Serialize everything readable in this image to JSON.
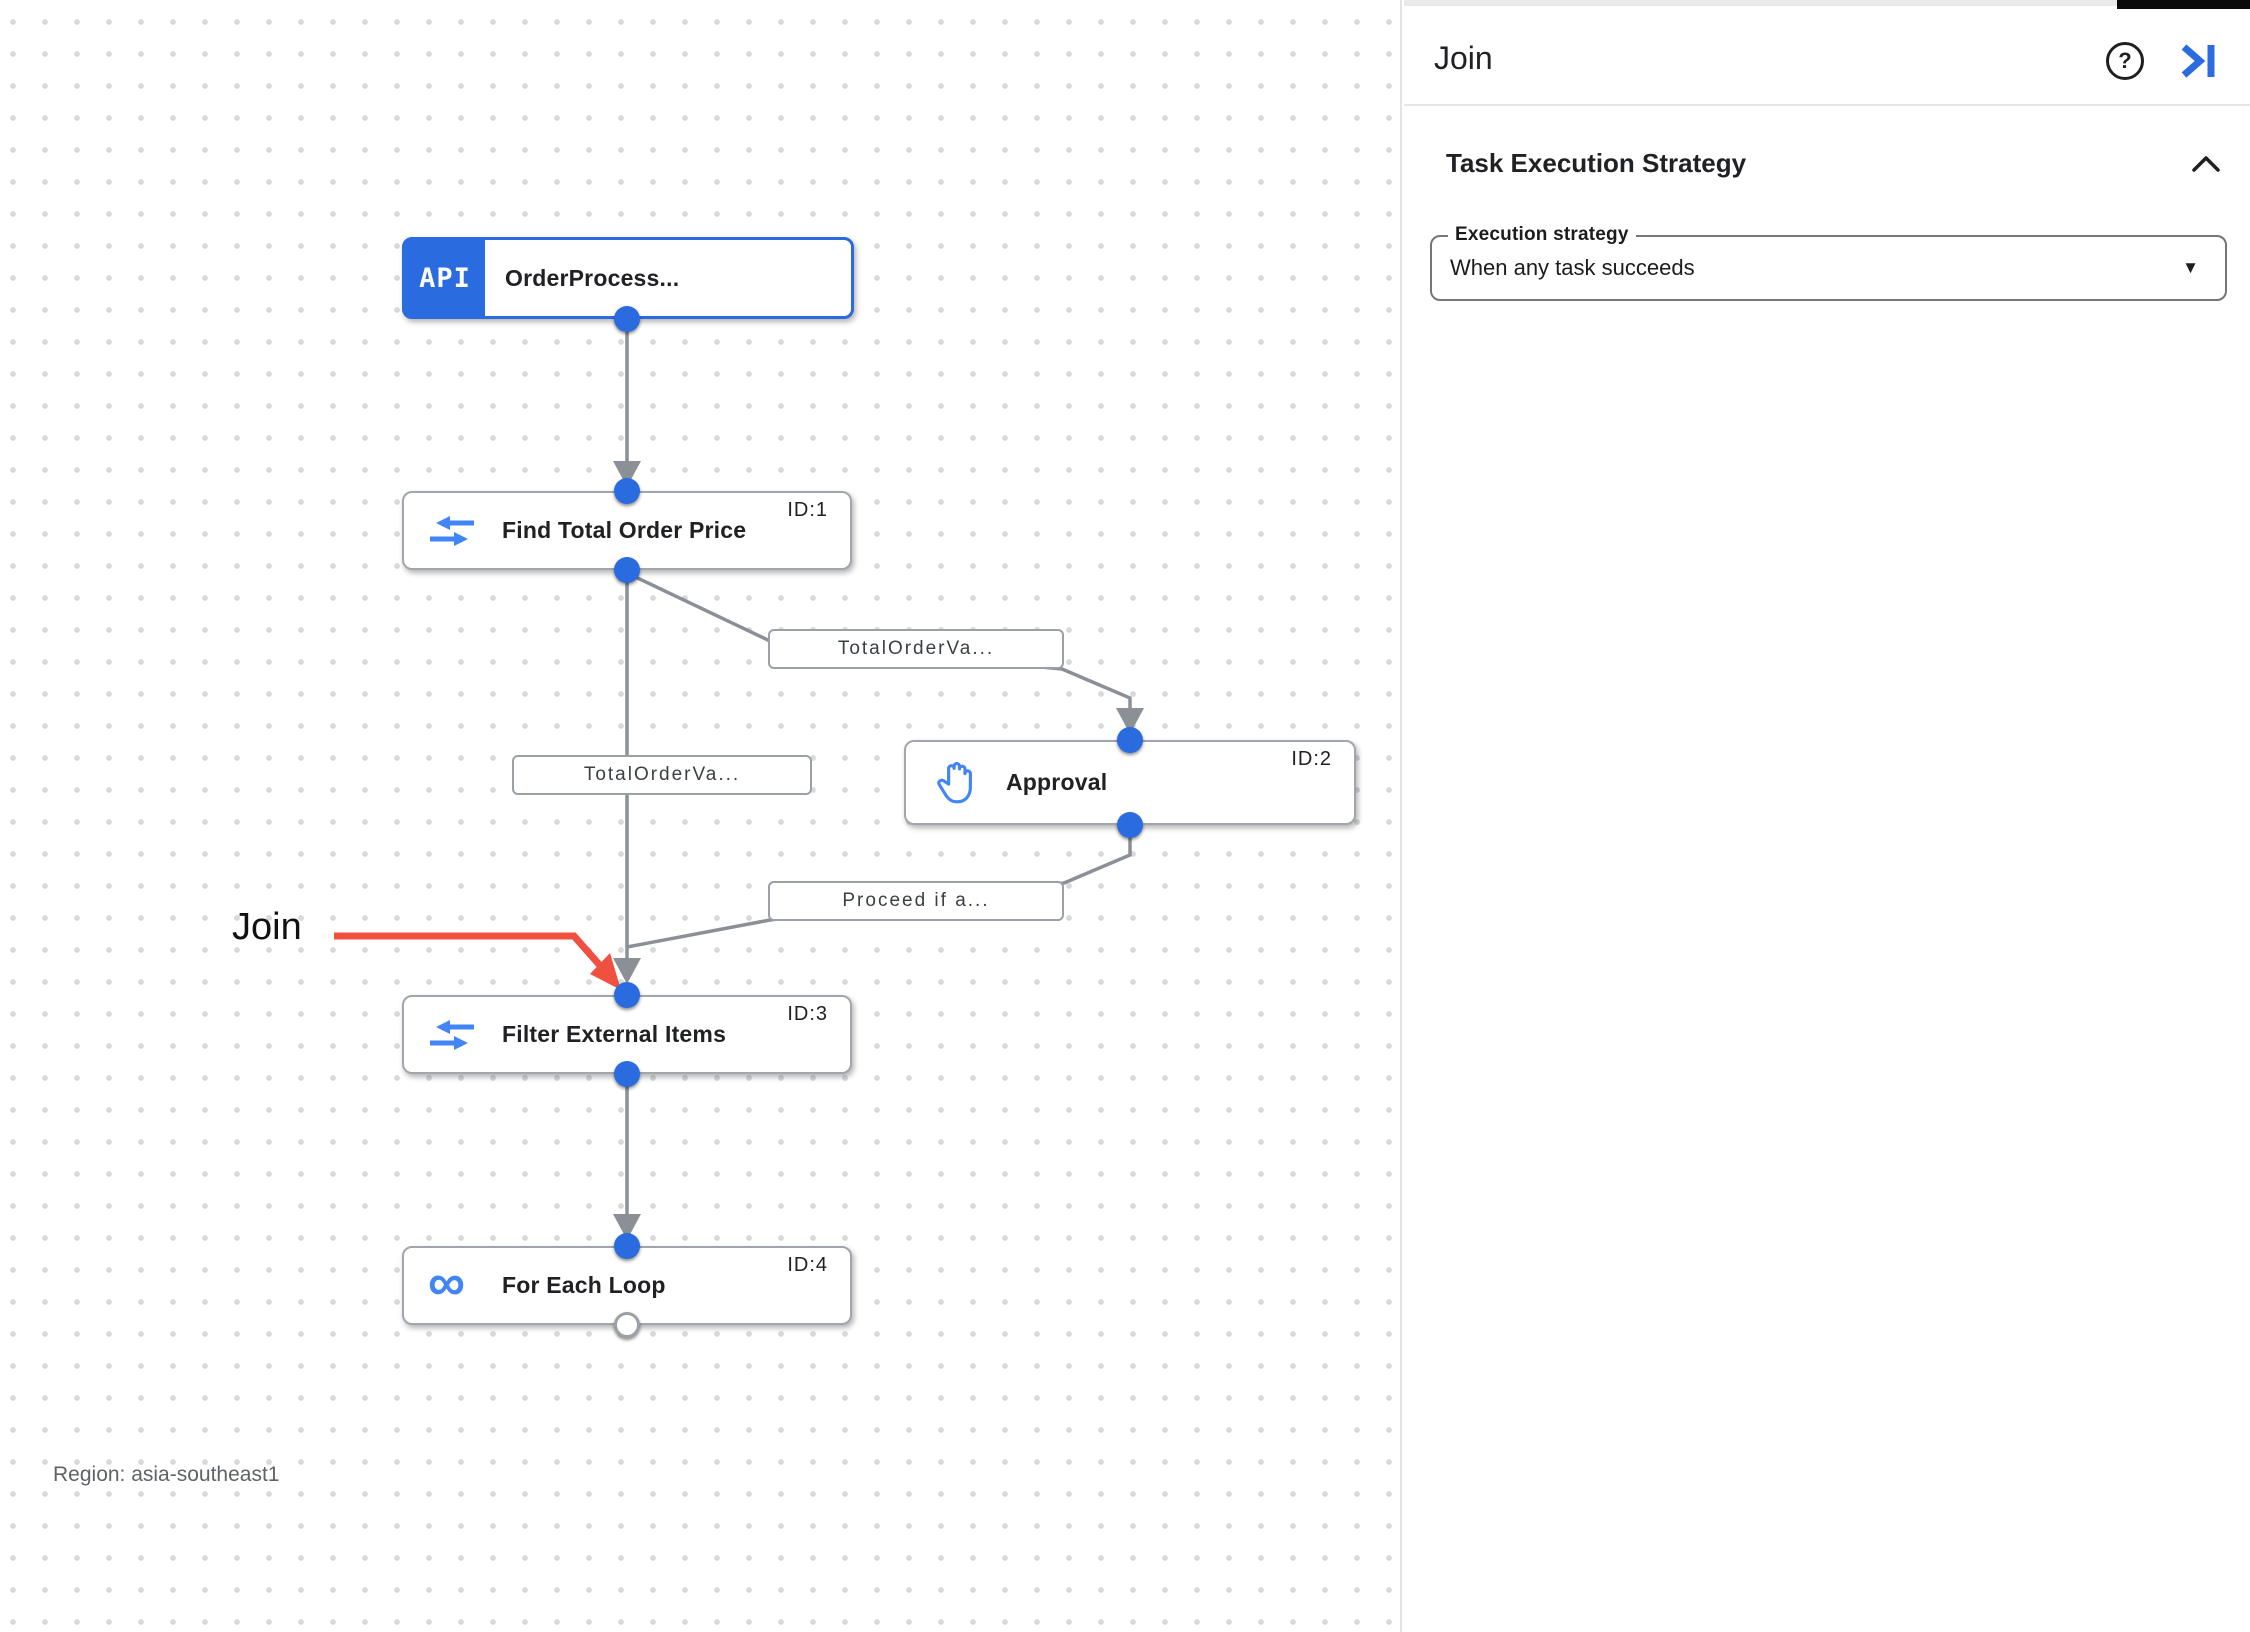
{
  "panel": {
    "title": "Join",
    "help_glyph": "?",
    "section_title": "Task Execution Strategy",
    "field_label": "Execution strategy",
    "field_value": "When any task succeeds",
    "caret_glyph": "▼"
  },
  "canvas": {
    "region_label": "Region: asia-southeast1",
    "annotation": {
      "label": "Join"
    },
    "nodes": [
      {
        "type": "api-trigger",
        "badge": "API",
        "label": "OrderProcess..."
      },
      {
        "type": "task",
        "icon": "data-mapping-icon",
        "id_label": "ID:1",
        "label": "Find Total Order Price"
      },
      {
        "type": "task",
        "icon": "approval-hand-icon",
        "id_label": "ID:2",
        "label": "Approval"
      },
      {
        "type": "task",
        "icon": "data-mapping-icon",
        "id_label": "ID:3",
        "label": "Filter External Items"
      },
      {
        "type": "task",
        "icon": "for-each-loop-icon",
        "id_label": "ID:4",
        "label": "For Each Loop",
        "icon_glyph": "∞"
      }
    ],
    "edge_labels": [
      "TotalOrderVa...",
      "TotalOrderVa...",
      "Proceed if a..."
    ]
  },
  "colors": {
    "accent_blue": "#2b6be0",
    "icon_blue": "#4285f4",
    "edge_gray": "#8a9096",
    "annotation_red": "#f0503f"
  }
}
